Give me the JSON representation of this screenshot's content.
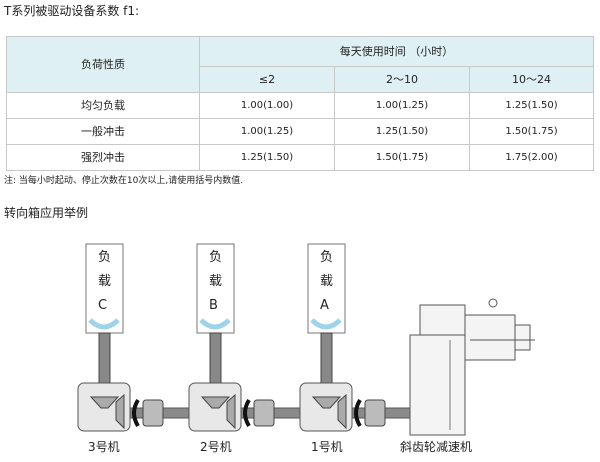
{
  "title": "T系列被驱动设备系数 f1:",
  "table": {
    "load_header": "负荷性质",
    "time_header": "每天使用时间 （小时）",
    "time_columns": [
      "≤2",
      "2～10",
      "10～24"
    ],
    "rows": [
      {
        "label": "均匀负载",
        "values": [
          "1.00(1.00)",
          "1.00(1.25)",
          "1.25(1.50)"
        ]
      },
      {
        "label": "一般冲击",
        "values": [
          "1.00(1.25)",
          "1.25(1.50)",
          "1.50(1.75)"
        ]
      },
      {
        "label": "强烈冲击",
        "values": [
          "1.25(1.50)",
          "1.50(1.75)",
          "1.75(2.00)"
        ]
      }
    ]
  },
  "note": "注: 当每小时起动、停止次数在10次以上,请使用括号内数值.",
  "section_title": "转向箱应用举例",
  "diagram": {
    "loads": [
      {
        "line1": "负",
        "line2": "载",
        "id": "C"
      },
      {
        "line1": "负",
        "line2": "载",
        "id": "B"
      },
      {
        "line1": "负",
        "line2": "载",
        "id": "A"
      }
    ],
    "machines": [
      "3号机",
      "2号机",
      "1号机",
      "斜齿轮减速机"
    ]
  }
}
